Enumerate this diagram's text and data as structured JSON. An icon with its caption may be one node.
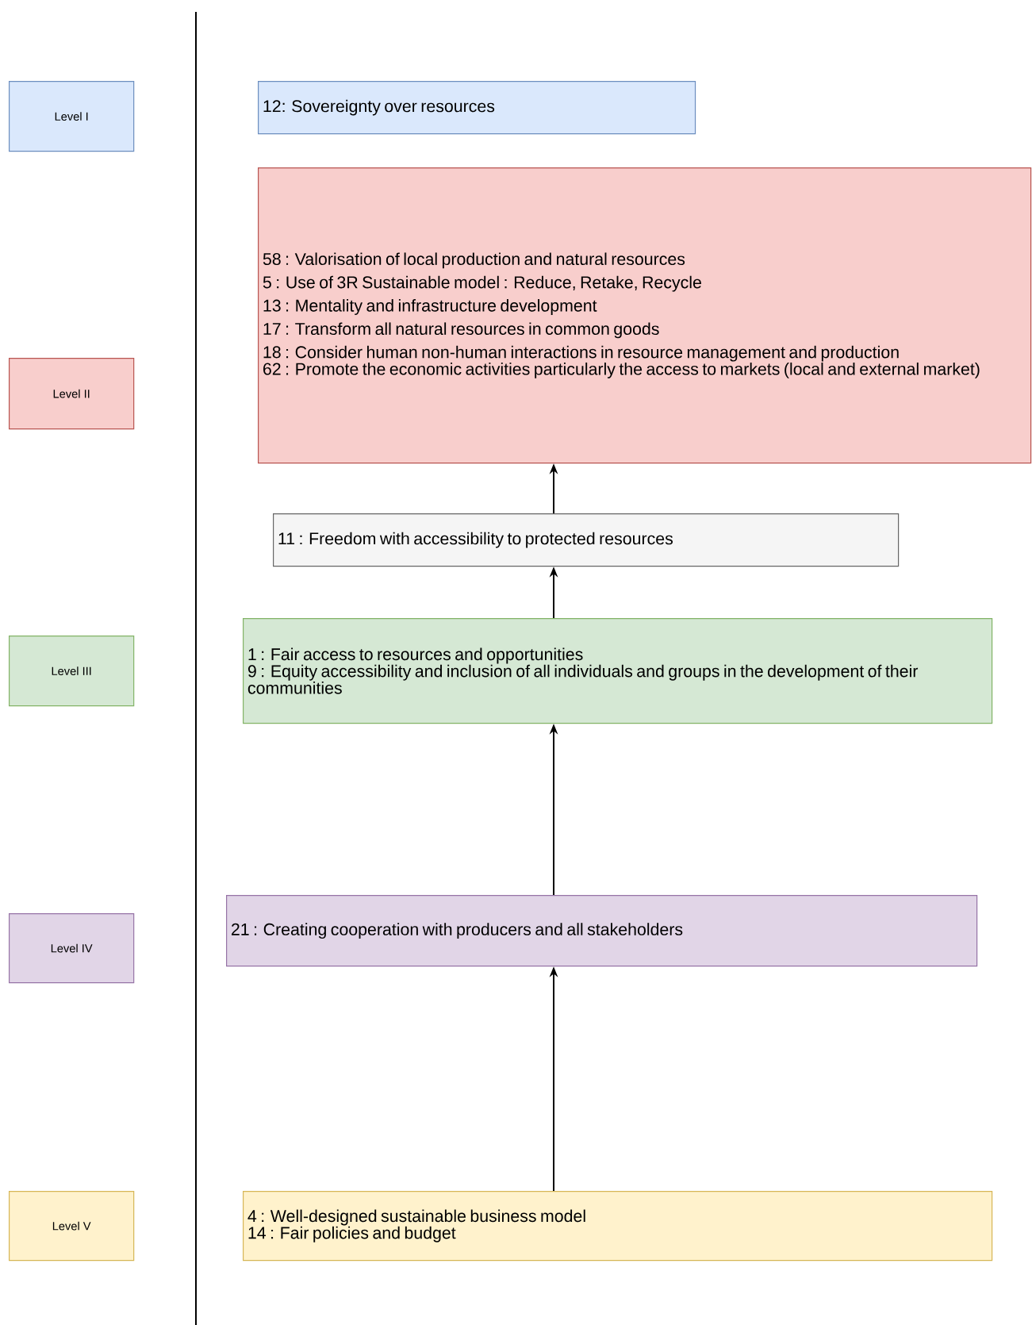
{
  "diagram": {
    "nodes": [
      {
        "text": [
          "Level I"
        ]
      },
      {
        "text": [
          "12: Sovereignty over resources"
        ]
      },
      {
        "text": [
          "Level II"
        ]
      },
      {
        "text": [
          "58 : Valorisation of local production and natural resources",
          "5 : Use of 3R Sustainable model : Reduce, Retake, Recycle",
          "13 : Mentality and infrastructure development",
          "17 : Transform all natural resources in common goods",
          "18 : Consider human non-human interactions in resource management and production",
          "62 : Promote the economic activities particularly the access to markets (local and external market)"
        ]
      },
      {
        "text": [
          "11 : Freedom with accessibility to protected resources"
        ]
      },
      {
        "text": [
          "Level III"
        ]
      },
      {
        "text": [
          "1 : Fair access to resources and opportunities",
          "9 : Equity accessibility and inclusion of all individuals and groups in the development of their communities"
        ]
      },
      {
        "text": [
          "Level IV"
        ]
      },
      {
        "text": [
          "21 : Creating cooperation with producers and all stakeholders"
        ]
      },
      {
        "text": [
          "Level V"
        ]
      },
      {
        "text": [
          "4 : Well-designed sustainable business model",
          "14 : Fair policies and budget"
        ]
      }
    ],
    "edges": [
      {
        "from": 10,
        "to": 8,
        "arrow": "to"
      },
      {
        "from": 8,
        "to": 6,
        "arrow": "to"
      },
      {
        "from": 6,
        "to": 4,
        "arrow": "to"
      },
      {
        "from": 4,
        "to": 3,
        "arrow": "to"
      }
    ]
  }
}
